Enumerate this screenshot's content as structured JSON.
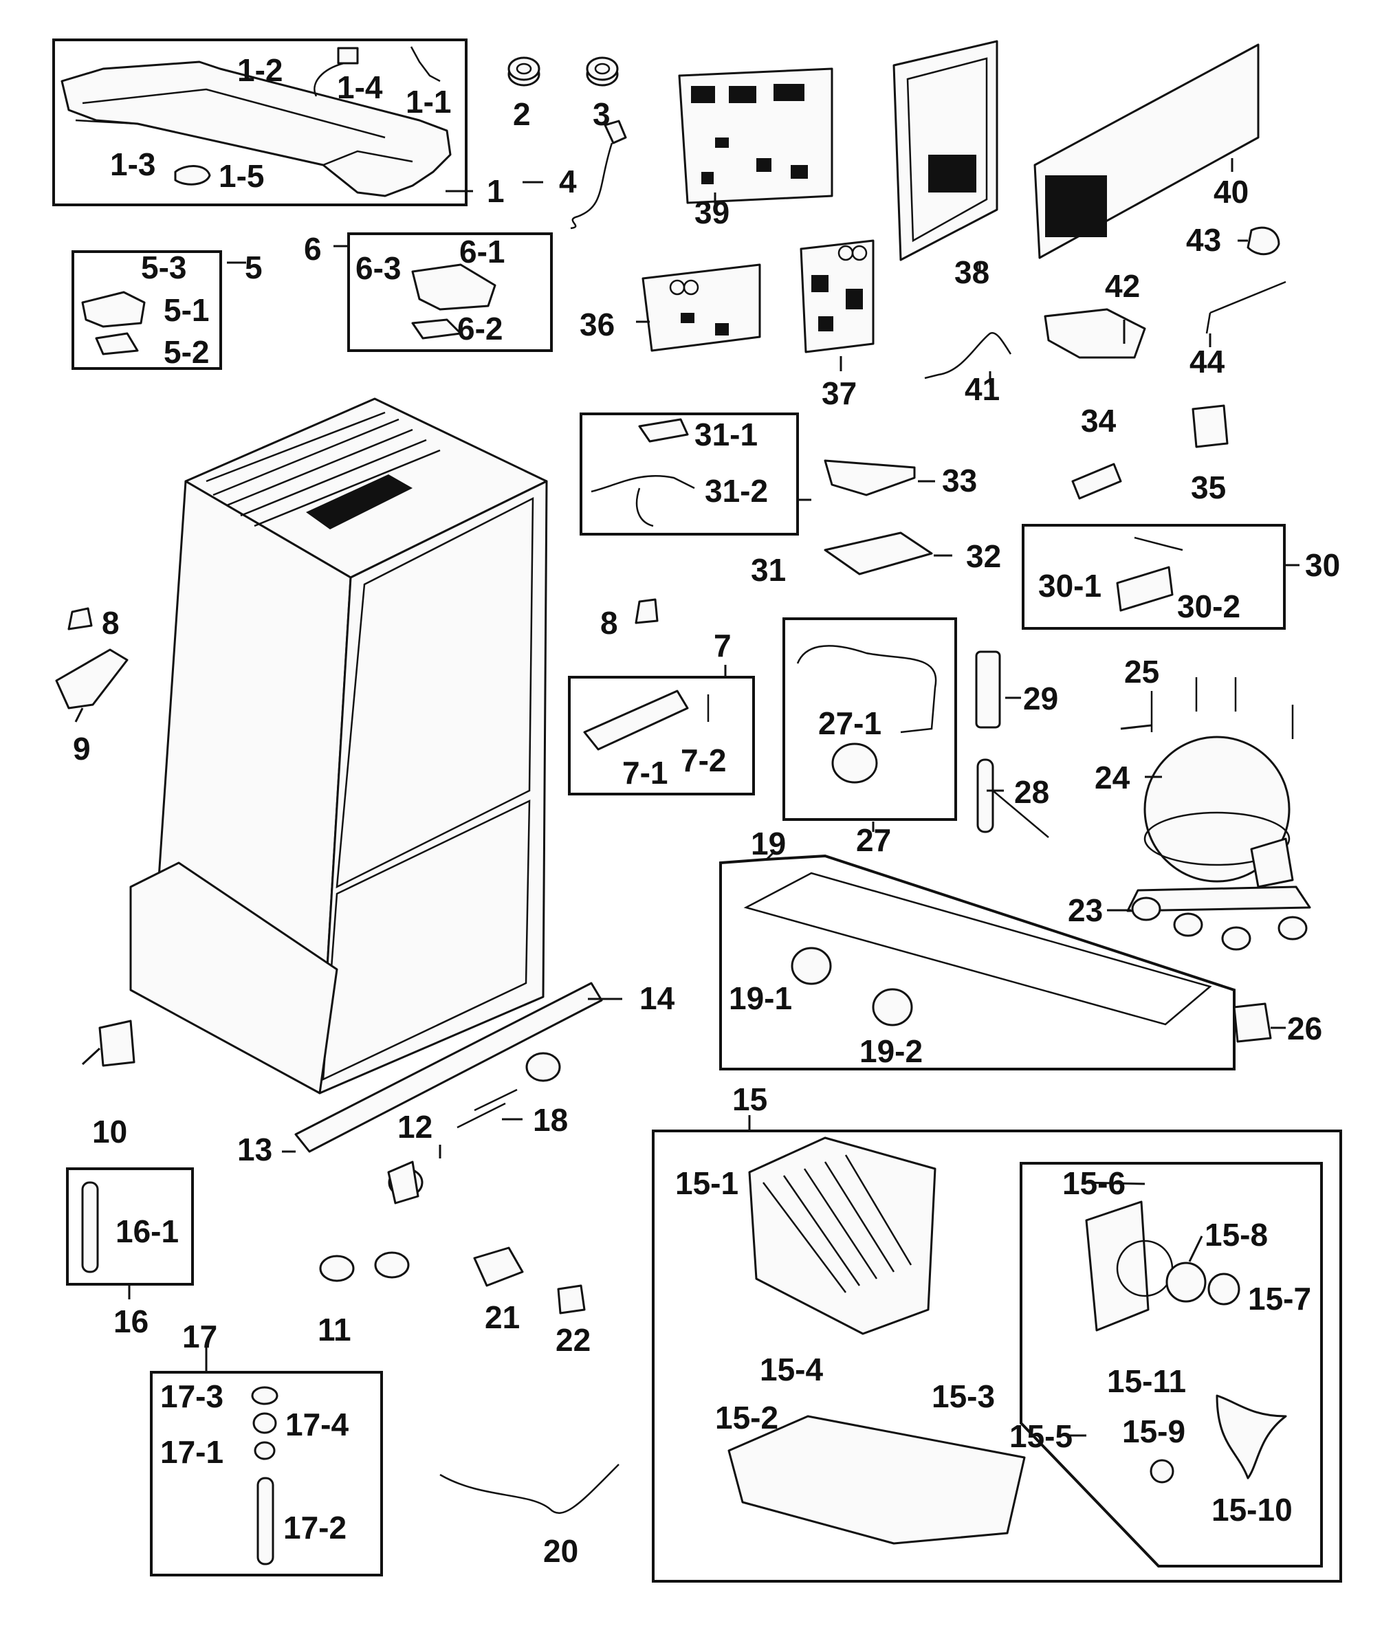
{
  "labels": {
    "p1": "1",
    "p1_1": "1-1",
    "p1_2": "1-2",
    "p1_3": "1-3",
    "p1_4": "1-4",
    "p1_5": "1-5",
    "p2": "2",
    "p3": "3",
    "p4": "4",
    "p5": "5",
    "p5_1": "5-1",
    "p5_2": "5-2",
    "p5_3": "5-3",
    "p6": "6",
    "p6_1": "6-1",
    "p6_2": "6-2",
    "p6_3": "6-3",
    "p7": "7",
    "p7_1": "7-1",
    "p7_2": "7-2",
    "p8a": "8",
    "p8b": "8",
    "p9": "9",
    "p10": "10",
    "p11": "11",
    "p12": "12",
    "p13": "13",
    "p14": "14",
    "p15": "15",
    "p15_1": "15-1",
    "p15_2": "15-2",
    "p15_3": "15-3",
    "p15_4": "15-4",
    "p15_5": "15-5",
    "p15_6": "15-6",
    "p15_7": "15-7",
    "p15_8": "15-8",
    "p15_9": "15-9",
    "p15_10": "15-10",
    "p15_11": "15-11",
    "p16": "16",
    "p16_1": "16-1",
    "p17": "17",
    "p17_1": "17-1",
    "p17_2": "17-2",
    "p17_3": "17-3",
    "p17_4": "17-4",
    "p18": "18",
    "p19": "19",
    "p19_1": "19-1",
    "p19_2": "19-2",
    "p20": "20",
    "p21": "21",
    "p22": "22",
    "p23": "23",
    "p24": "24",
    "p25": "25",
    "p26": "26",
    "p27": "27",
    "p27_1": "27-1",
    "p28": "28",
    "p29": "29",
    "p30": "30",
    "p30_1": "30-1",
    "p30_2": "30-2",
    "p31": "31",
    "p31_1": "31-1",
    "p31_2": "31-2",
    "p32": "32",
    "p33": "33",
    "p34": "34",
    "p35": "35",
    "p36": "36",
    "p37": "37",
    "p38": "38",
    "p39": "39",
    "p40": "40",
    "p41": "41",
    "p42": "42",
    "p43": "43",
    "p44": "44"
  }
}
